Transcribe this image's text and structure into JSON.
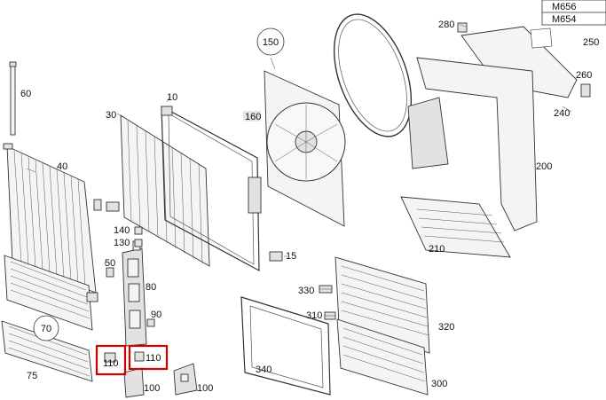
{
  "variants": [
    "M656",
    "M654"
  ],
  "labels": {
    "l10": "10",
    "l15": "15",
    "l30": "30",
    "l40": "40",
    "l50": "50",
    "l60": "60",
    "l70": "70",
    "l75": "75",
    "l80": "80",
    "l90": "90",
    "l100a": "100",
    "l100b": "100",
    "l110a": "110",
    "l110b": "110",
    "l130": "130",
    "l140": "140",
    "l150": "150",
    "l160": "160",
    "l200": "200",
    "l210": "210",
    "l240": "240",
    "l250": "250",
    "l260": "260",
    "l280": "280",
    "l300": "300",
    "l310": "310",
    "l320": "320",
    "l330": "330",
    "l340": "340"
  },
  "colors": {
    "highlight": "#d40000",
    "line": "#333333"
  }
}
